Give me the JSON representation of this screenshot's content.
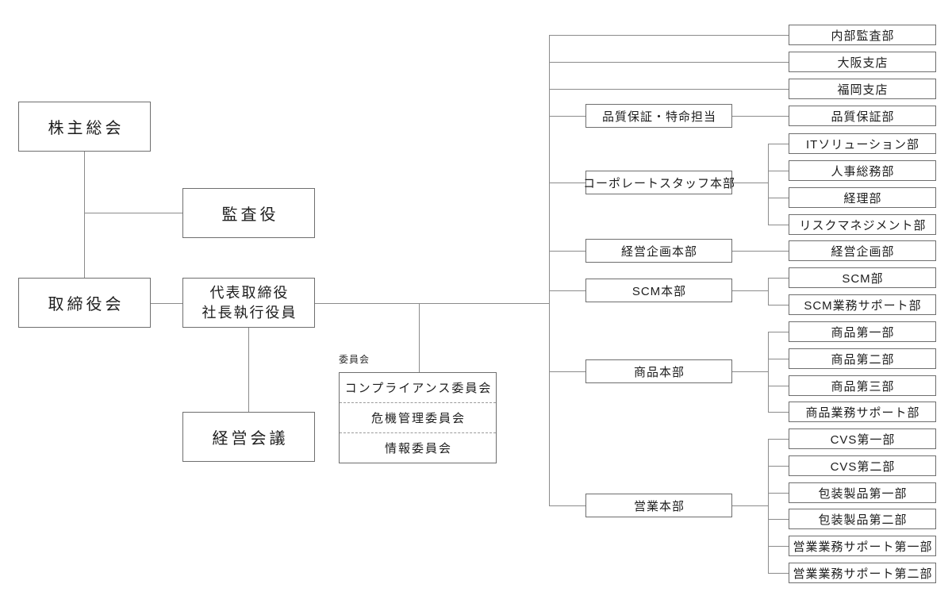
{
  "diagram": {
    "governance": {
      "shareholders_meeting": "株主総会",
      "board_of_directors": "取締役会",
      "auditor": "監査役",
      "president_line1": "代表取締役",
      "president_line2": "社長執行役員",
      "management_council": "経営会議"
    },
    "committees": {
      "label": "委員会",
      "items": [
        "コンプライアンス委員会",
        "危機管理委員会",
        "情報委員会"
      ]
    },
    "divisions": [
      "品質保証・特命担当",
      "コーポレートスタッフ本部",
      "経営企画本部",
      "SCM本部",
      "商品本部",
      "営業本部"
    ],
    "departments": [
      "内部監査部",
      "大阪支店",
      "福岡支店",
      "品質保証部",
      "ITソリューション部",
      "人事総務部",
      "経理部",
      "リスクマネジメント部",
      "経営企画部",
      "SCM部",
      "SCM業務サポート部",
      "商品第一部",
      "商品第二部",
      "商品第三部",
      "商品業務サポート部",
      "CVS第一部",
      "CVS第二部",
      "包装製品第一部",
      "包装製品第二部",
      "営業業務サポート第一部",
      "営業業務サポート第二部"
    ]
  }
}
